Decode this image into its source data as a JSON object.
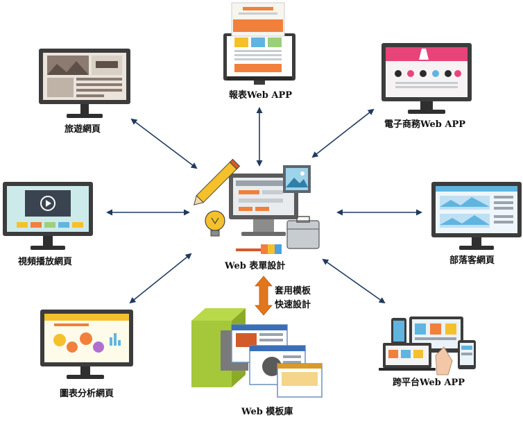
{
  "center": {
    "label": "Web 表單設計"
  },
  "nodes": {
    "report": {
      "label": "報表Web APP"
    },
    "travel": {
      "label": "旅遊網頁"
    },
    "ecommerce": {
      "label": "電子商務Web APP"
    },
    "video": {
      "label": "視頻播放網頁"
    },
    "blog": {
      "label": "部落客網頁"
    },
    "chart": {
      "label": "圖表分析網頁"
    },
    "template": {
      "label": "Web 模板庫"
    },
    "cross": {
      "label": "跨平台Web APP"
    }
  },
  "template_arrow": {
    "line1": "套用模板",
    "line2": "快速設計"
  },
  "colors": {
    "arrow": "#1f3a5f",
    "orange_arrow": "#e2761c",
    "monitor": "#4a4a4a",
    "accent": "#f0803c"
  }
}
